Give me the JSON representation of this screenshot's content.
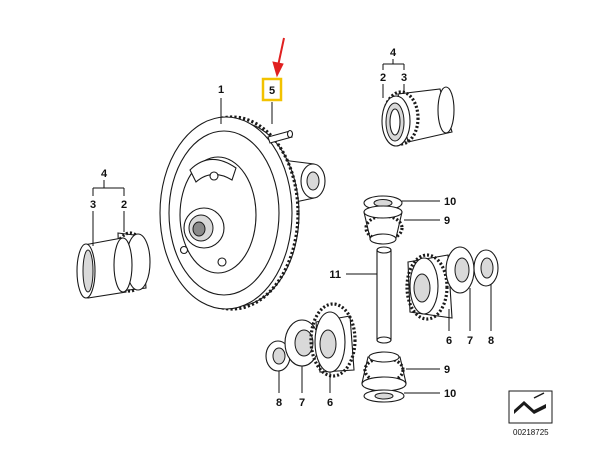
{
  "callouts": {
    "p1": "1",
    "p5": "5",
    "left_bearing": {
      "group": "4",
      "a": "3",
      "b": "2"
    },
    "top_bearing": {
      "group": "4",
      "a": "2",
      "b": "3"
    },
    "upper_stack": {
      "washer": "10",
      "pinion": "9"
    },
    "shaft": "11",
    "side_right": {
      "gear": "6",
      "washer": "7",
      "shim": "8"
    },
    "lower_left": {
      "shim": "8",
      "washer": "7",
      "gear": "6"
    },
    "lower_stack": {
      "pinion": "9",
      "washer": "10"
    }
  },
  "reference_code": "00218725",
  "highlight": {
    "part": "5",
    "box_color": "#f2c200",
    "arrow_color": "#e02020"
  }
}
